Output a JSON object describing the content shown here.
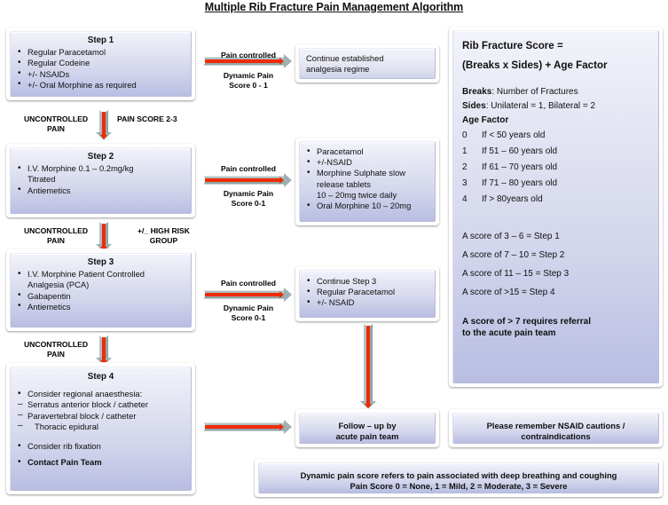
{
  "title": "Multiple Rib Fracture Pain Management Algorithm",
  "steps": {
    "step1": {
      "heading": "Step 1",
      "items": [
        "Regular Paracetamol",
        "Regular Codeine",
        "+/- NSAIDs",
        "+/- Oral Morphine as required"
      ]
    },
    "step2": {
      "heading": "Step 2",
      "items": [
        "I.V. Morphine 0.1 – 0.2mg/kg",
        "Titrated",
        "Antiemetics"
      ]
    },
    "step3": {
      "heading": "Step 3",
      "items": [
        "I.V. Morphine Patient Controlled",
        "Analgesia (PCA)",
        "Gabapentin",
        "Antiemetics"
      ]
    },
    "step4": {
      "heading": "Step 4",
      "items": [
        "Consider regional anaesthesia:",
        "Serratus anterior block / catheter",
        "Paravertebral block / catheter",
        "Thoracic epidural",
        "Consider rib fixation",
        "Contact Pain Team"
      ]
    }
  },
  "outcomes": {
    "continue_regime": {
      "line1": "Continue established",
      "line2": "analgesia regime"
    },
    "step2_outcome": {
      "items": [
        "Paracetamol",
        "+/-NSAID",
        "Morphine Sulphate slow",
        "release tablets",
        "10 – 20mg twice daily",
        "Oral Morphine 10 – 20mg"
      ]
    },
    "step3_outcome": {
      "items": [
        "Continue Step 3",
        "Regular Paracetamol",
        "+/- NSAID"
      ]
    },
    "followup": {
      "line1": "Follow – up by",
      "line2": "acute pain team"
    },
    "nsaid_caution": {
      "line1": "Please remember NSAID cautions /",
      "line2": "contraindications"
    },
    "footer_note": {
      "line1": "Dynamic pain score refers to pain associated with deep breathing and coughing",
      "line2": "Pain Score 0 = None, 1 = Mild, 2 = Moderate, 3 = Severe"
    }
  },
  "arrows": {
    "pain_controlled_1": {
      "top": "Pain controlled",
      "bottom_line1": "Dynamic  Pain",
      "bottom_line2": "Score 0 - 1"
    },
    "pain_controlled_2": {
      "top": "Pain controlled",
      "bottom_line1": "Dynamic Pain",
      "bottom_line2": "Score 0-1"
    },
    "pain_controlled_3": {
      "top": "Pain controlled",
      "bottom_line1": "Dynamic Pain",
      "bottom_line2": "Score 0-1"
    },
    "uncontrolled_1": {
      "left_line1": "UNCONTROLLED",
      "left_line2": "PAIN",
      "right_line1": "PAIN SCORE 2-3",
      "right_line2": ""
    },
    "uncontrolled_2": {
      "left_line1": "UNCONTROLLED",
      "left_line2": "PAIN",
      "right_line1": "+/_ HIGH RISK",
      "right_line2": "GROUP"
    },
    "uncontrolled_3": {
      "left_line1": "UNCONTROLLED",
      "left_line2": "PAIN",
      "right_line1": "",
      "right_line2": ""
    }
  },
  "score_panel": {
    "heading_line1": "Rib Fracture Score =",
    "heading_line2": "(Breaks x Sides) + Age Factor",
    "breaks_label": "Breaks",
    "breaks_value": ": Number of Fractures",
    "sides_label": "Sides",
    "sides_value": ": Unilateral = 1, Bilateral = 2",
    "age_factor_label": "Age Factor",
    "age_factors": [
      {
        "score": "0",
        "desc": "If < 50 years old"
      },
      {
        "score": "1",
        "desc": "If 51 – 60 years old"
      },
      {
        "score": "2",
        "desc": "If 61 – 70 years old"
      },
      {
        "score": "3",
        "desc": "If 71 – 80 years old"
      },
      {
        "score": "4",
        "desc": "If > 80years old"
      }
    ],
    "score_mapping": [
      "A score of 3 – 6 = Step 1",
      "A score  of 7 – 10 = Step 2",
      "A score of 11 – 15 = Step 3",
      "A score of >15 = Step 4"
    ],
    "referral_line1": "A score of > 7 requires referral",
    "referral_line2": "to the acute pain team"
  },
  "colors": {
    "arrow_red": "#ef2b06",
    "arrow_gray": "#9db0b2",
    "box_gradient_top": "#f2f3fa",
    "box_gradient_bottom": "#b9bde2",
    "text": "#101010",
    "background": "#ffffff"
  }
}
